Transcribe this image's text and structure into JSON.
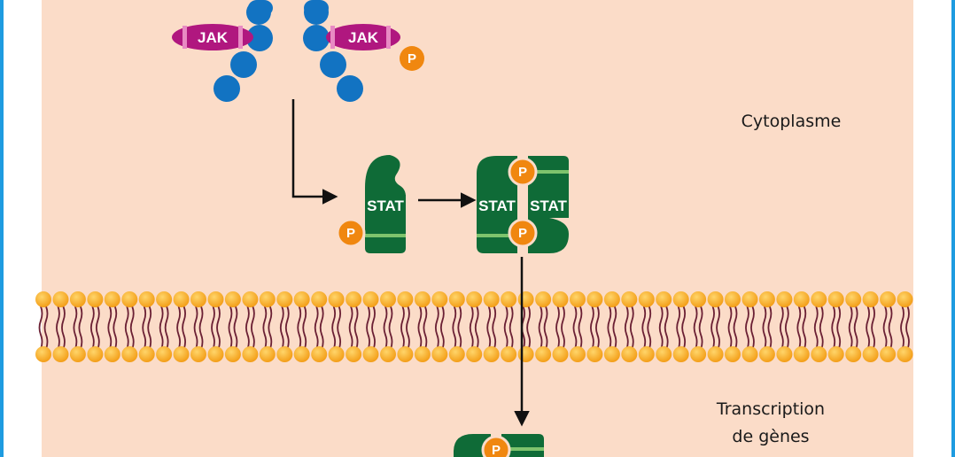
{
  "labels": {
    "cytoplasm": "Cytoplasme",
    "transcription_line1": "Transcription",
    "transcription_line2": "de gènes"
  },
  "proteins": {
    "jak": "JAK",
    "stat": "STAT",
    "phosphate": "P"
  },
  "colors": {
    "frame_blue": "#1e9be0",
    "background": "#fbdcc8",
    "receptor_blue": "#1273c2",
    "jak_magenta": "#b0177f",
    "jak_stripe": "#e88ac3",
    "stat_green": "#0f6b37",
    "stat_stripe": "#7ec36d",
    "phosphate_orange": "#f0870f",
    "lipid_head": "#f7a51f",
    "lipid_tail": "#6b2034",
    "arrow": "#111111"
  }
}
